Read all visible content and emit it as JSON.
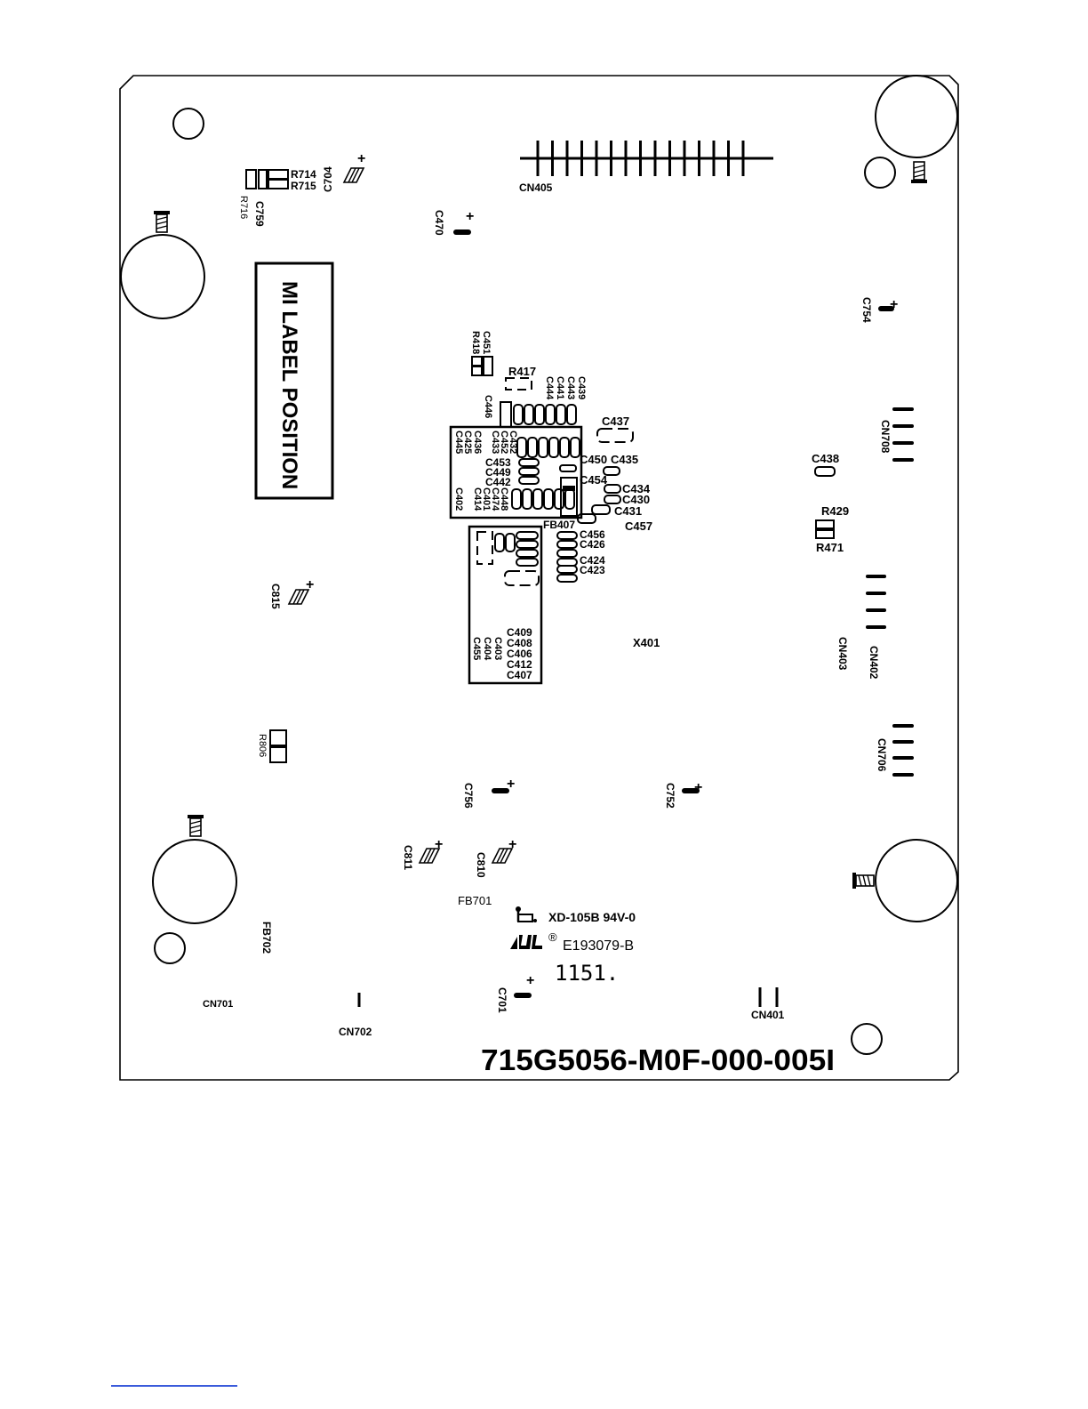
{
  "board": {
    "part_number": "715G5056-M0F-000-005I",
    "label_area": "MI LABEL POSITION",
    "date_code": "1151.",
    "ul_file": "E193079-B",
    "material": "XD-105B 94V-0"
  },
  "labels": {
    "cn405": "CN405",
    "r714": "R714",
    "r715": "R715",
    "c704": "C704",
    "r716": "R716",
    "c759": "C759",
    "c470": "C470",
    "c754": "C754",
    "c451": "C451",
    "r418": "R418",
    "r417": "R417",
    "c446": "C446",
    "c444": "C444",
    "c441": "C441",
    "c443": "C443",
    "c439": "C439",
    "c437": "C437",
    "cn708": "CN708",
    "c438": "C438",
    "c450": "C450",
    "c435": "C435",
    "c454": "C454",
    "c434": "C434",
    "c430": "C430",
    "c431": "C431",
    "c457": "C457",
    "fb407": "FB407",
    "r429": "R429",
    "r471": "R471",
    "c445": "C445",
    "c425": "C425",
    "c436": "C436",
    "c433": "C433",
    "c452": "C452",
    "c432": "C432",
    "c453": "C453",
    "c449": "C449",
    "c442": "C442",
    "c402": "C402",
    "c414": "C414",
    "c401": "C401",
    "c474": "C474",
    "c448": "C448",
    "c456": "C456",
    "c426": "C426",
    "c424": "C424",
    "c423": "C423",
    "c815": "C815",
    "c409": "C409",
    "c408": "C408",
    "c406": "C406",
    "c412": "C412",
    "c407": "C407",
    "c455": "C455",
    "c404": "C404",
    "c403": "C403",
    "x401": "X401",
    "cn403": "CN403",
    "cn402": "CN402",
    "r806": "R806",
    "cn706": "CN706",
    "c756": "C756",
    "c752": "C752",
    "c811": "C811",
    "c810": "C810",
    "fb701": "FB701",
    "fb702": "FB702",
    "c701": "C701",
    "cn701": "CN701",
    "cn702": "CN702",
    "cn401": "CN401",
    "plus": "+",
    "ul_r": "®"
  }
}
